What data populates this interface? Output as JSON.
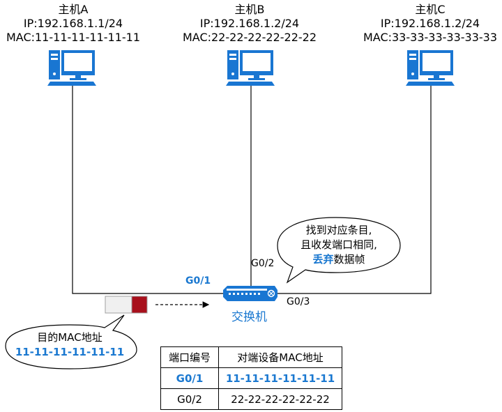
{
  "hosts": [
    {
      "name": "主机A",
      "ip": "IP:192.168.1.1/24",
      "mac": "MAC:11-11-11-11-11-11"
    },
    {
      "name": "主机B",
      "ip": "IP:192.168.1.2/24",
      "mac": "MAC:22-22-22-22-22-22"
    },
    {
      "name": "主机C",
      "ip": "IP:192.168.1.2/24",
      "mac": "MAC:33-33-33-33-33-33"
    }
  ],
  "switch": {
    "label": "交换机",
    "ports": {
      "g01": "G0/1",
      "g02": "G0/2",
      "g03": "G0/3"
    }
  },
  "bubble_switch": {
    "line1": "找到对应条目,",
    "line2": "且收发端口相同,",
    "line3_highlight": "丢弃",
    "line3_rest": "数据帧"
  },
  "bubble_frame": {
    "line1": "目的MAC地址",
    "line2": "11-11-11-11-11-11"
  },
  "mac_table": {
    "headers": [
      "端口编号",
      "对端设备MAC地址"
    ],
    "rows": [
      {
        "port": "G0/1",
        "mac": "11-11-11-11-11-11"
      },
      {
        "port": "G0/2",
        "mac": "22-22-22-22-22-22"
      }
    ]
  },
  "colors": {
    "accent": "#1a78d0",
    "computer": "#1976d2",
    "frame_header": "#a8101c"
  }
}
